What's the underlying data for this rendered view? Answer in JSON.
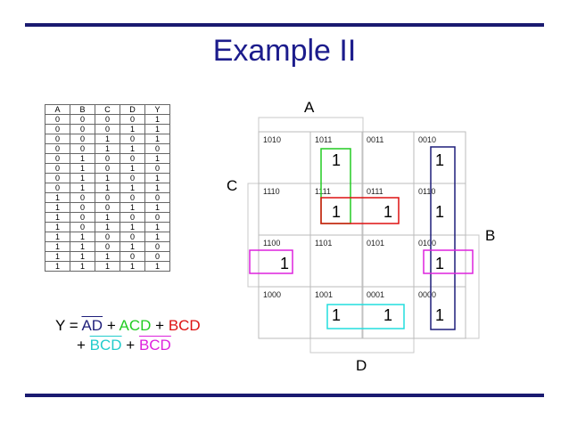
{
  "title": "Example II",
  "truth_table": {
    "headers": [
      "A",
      "B",
      "C",
      "D",
      "Y"
    ],
    "rows": [
      [
        "0",
        "0",
        "0",
        "0",
        "1"
      ],
      [
        "0",
        "0",
        "0",
        "1",
        "1"
      ],
      [
        "0",
        "0",
        "1",
        "0",
        "1"
      ],
      [
        "0",
        "0",
        "1",
        "1",
        "0"
      ],
      [
        "0",
        "1",
        "0",
        "0",
        "1"
      ],
      [
        "0",
        "1",
        "0",
        "1",
        "0"
      ],
      [
        "0",
        "1",
        "1",
        "0",
        "1"
      ],
      [
        "0",
        "1",
        "1",
        "1",
        "1"
      ],
      [
        "1",
        "0",
        "0",
        "0",
        "0"
      ],
      [
        "1",
        "0",
        "0",
        "1",
        "1"
      ],
      [
        "1",
        "0",
        "1",
        "0",
        "0"
      ],
      [
        "1",
        "0",
        "1",
        "1",
        "1"
      ],
      [
        "1",
        "1",
        "0",
        "0",
        "1"
      ],
      [
        "1",
        "1",
        "0",
        "1",
        "0"
      ],
      [
        "1",
        "1",
        "1",
        "0",
        "0"
      ],
      [
        "1",
        "1",
        "1",
        "1",
        "1"
      ]
    ]
  },
  "kmap": {
    "labels": {
      "A": "A",
      "B": "B",
      "C": "C",
      "D": "D"
    },
    "cells": [
      [
        "1010",
        "1011",
        "0011",
        "0010"
      ],
      [
        "1110",
        "1111",
        "0111",
        "0110"
      ],
      [
        "1100",
        "1101",
        "0101",
        "0100"
      ],
      [
        "1000",
        "1001",
        "0001",
        "0000"
      ]
    ],
    "values": [
      [
        "",
        "1",
        "",
        "1"
      ],
      [
        "",
        "1",
        "1",
        "1"
      ],
      [
        "1",
        "",
        "",
        "1"
      ],
      [
        "",
        "1",
        "1",
        "1"
      ]
    ],
    "group_colors": {
      "AD": "#1f1f7a",
      "ACD": "#22cc22",
      "BCD_red": "#dd1111",
      "BCD_cyan": "#22dddd",
      "BCD_magenta": "#dd22dd"
    }
  },
  "equation": {
    "line1": {
      "lhs": "Y = ",
      "t1": "AD",
      "p1": " + ",
      "t2": "ACD",
      "p2": " + ",
      "t3": "BCD"
    },
    "line2": {
      "p0": "+ ",
      "t4": "BCD",
      "p1": " + ",
      "t5": "BCD"
    }
  }
}
